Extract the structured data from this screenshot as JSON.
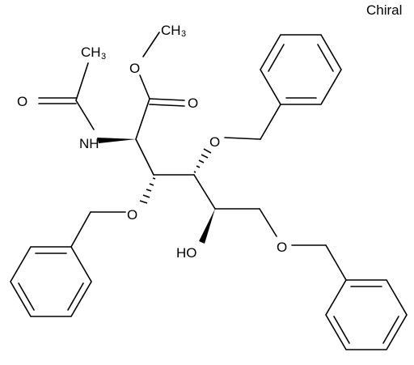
{
  "header": {
    "chiral_label": "Chiral"
  },
  "atoms": {
    "o_ester_methoxy": "O",
    "methyl_top": "CH",
    "methyl_top_sub": "3",
    "o_ester_carbonyl": "O",
    "methyl_acetyl": "CH",
    "methyl_acetyl_sub": "3",
    "o_acetyl": "O",
    "nh": "NH",
    "o_benzyl_c4": "O",
    "o_benzyl_c3": "O",
    "ho": "HO",
    "o_benzyl_c6": "O"
  },
  "colors": {
    "bond": "#000000",
    "text": "#000000",
    "background": "#ffffff"
  }
}
